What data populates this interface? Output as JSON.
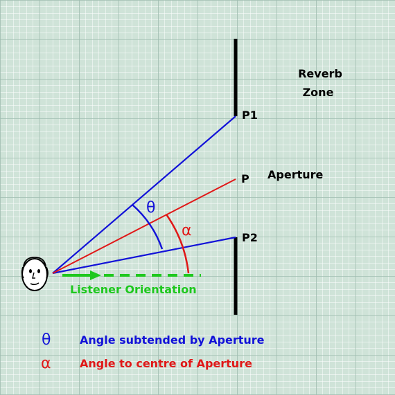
{
  "labels": {
    "reverb_line1": "Reverb",
    "reverb_line2": "Zone",
    "p1": "P1",
    "p": "P",
    "p2": "P2",
    "aperture": "Aperture",
    "theta": "θ",
    "alpha": "α",
    "listener_orientation": "Listener Orientation"
  },
  "legend": {
    "theta_symbol": "θ",
    "theta_text": "Angle subtended by Aperture",
    "alpha_symbol": "α",
    "alpha_text": "Angle to centre of Aperture"
  },
  "colors": {
    "background": "#cfe3d8",
    "grid_minor": "#ffffff",
    "grid_major": "#9fbcb0",
    "wall": "#000000",
    "blue": "#1212d8",
    "red": "#e01818",
    "green": "#1ec81e"
  }
}
